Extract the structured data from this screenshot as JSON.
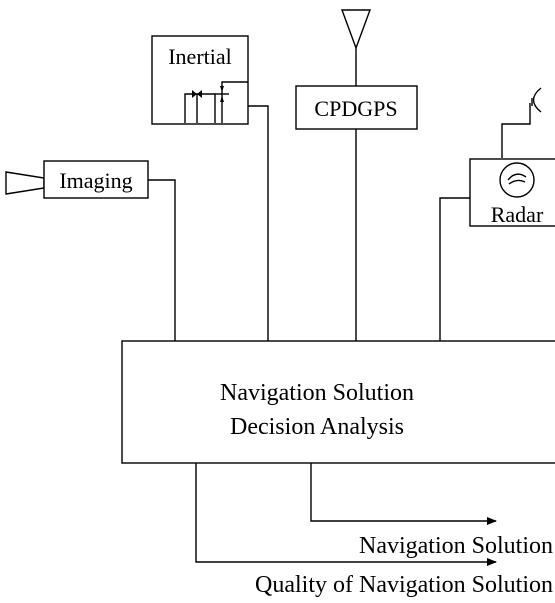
{
  "sensors": {
    "inertial": {
      "label": "Inertial",
      "icon": "gyro-icon"
    },
    "cpdgps": {
      "label": "CPDGPS",
      "icon": "antenna-icon"
    },
    "imaging": {
      "label": "Imaging",
      "icon": "camera-icon"
    },
    "radar": {
      "label": "Radar",
      "icon": "radar-dish-icon"
    }
  },
  "processor": {
    "line1": "Navigation Solution",
    "line2": "Decision Analysis"
  },
  "outputs": {
    "solution": "Navigation Solution",
    "quality": "Quality of Navigation Solution"
  }
}
